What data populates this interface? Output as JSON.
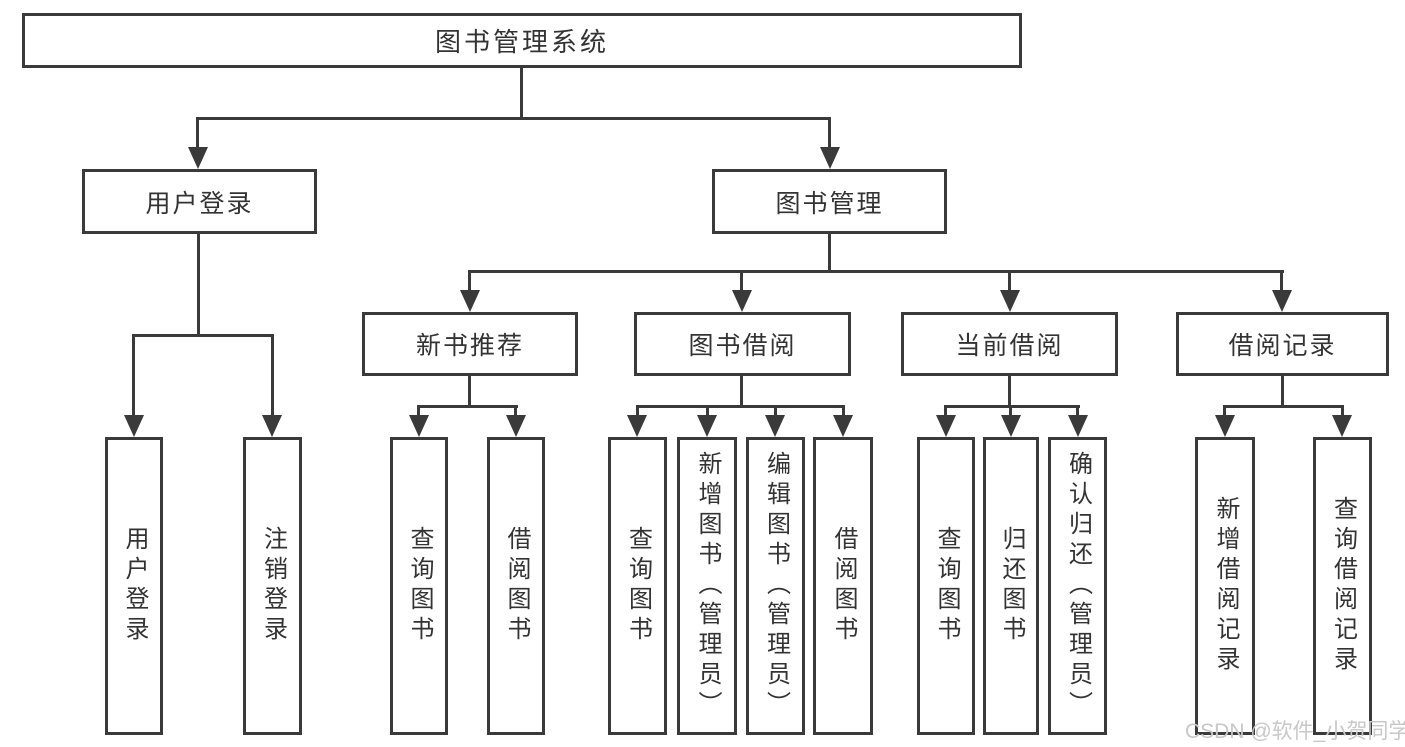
{
  "diagram_type": "hierarchical-function-structure-tree",
  "colors": {
    "line": "#3a3a3a",
    "text": "#333333",
    "background": "#ffffff",
    "watermark": "#c8c8c8"
  },
  "watermark": {
    "text": "CSDN @软件_小贺同学"
  },
  "tree": {
    "label": "图书管理系统",
    "children": [
      {
        "label": "用户登录",
        "children": [
          {
            "label": "用户登录"
          },
          {
            "label": "注销登录"
          }
        ]
      },
      {
        "label": "图书管理",
        "children": [
          {
            "label": "新书推荐",
            "children": [
              {
                "label": "查询图书"
              },
              {
                "label": "借阅图书"
              }
            ]
          },
          {
            "label": "图书借阅",
            "children": [
              {
                "label": "查询图书"
              },
              {
                "label": "新增图书（管理员）"
              },
              {
                "label": "编辑图书（管理员）"
              },
              {
                "label": "借阅图书"
              }
            ]
          },
          {
            "label": "当前借阅",
            "children": [
              {
                "label": "查询图书"
              },
              {
                "label": "归还图书"
              },
              {
                "label": "确认归还（管理员）"
              }
            ]
          },
          {
            "label": "借阅记录",
            "children": [
              {
                "label": "新增借阅记录"
              },
              {
                "label": "查询借阅记录"
              }
            ]
          }
        ]
      }
    ]
  }
}
